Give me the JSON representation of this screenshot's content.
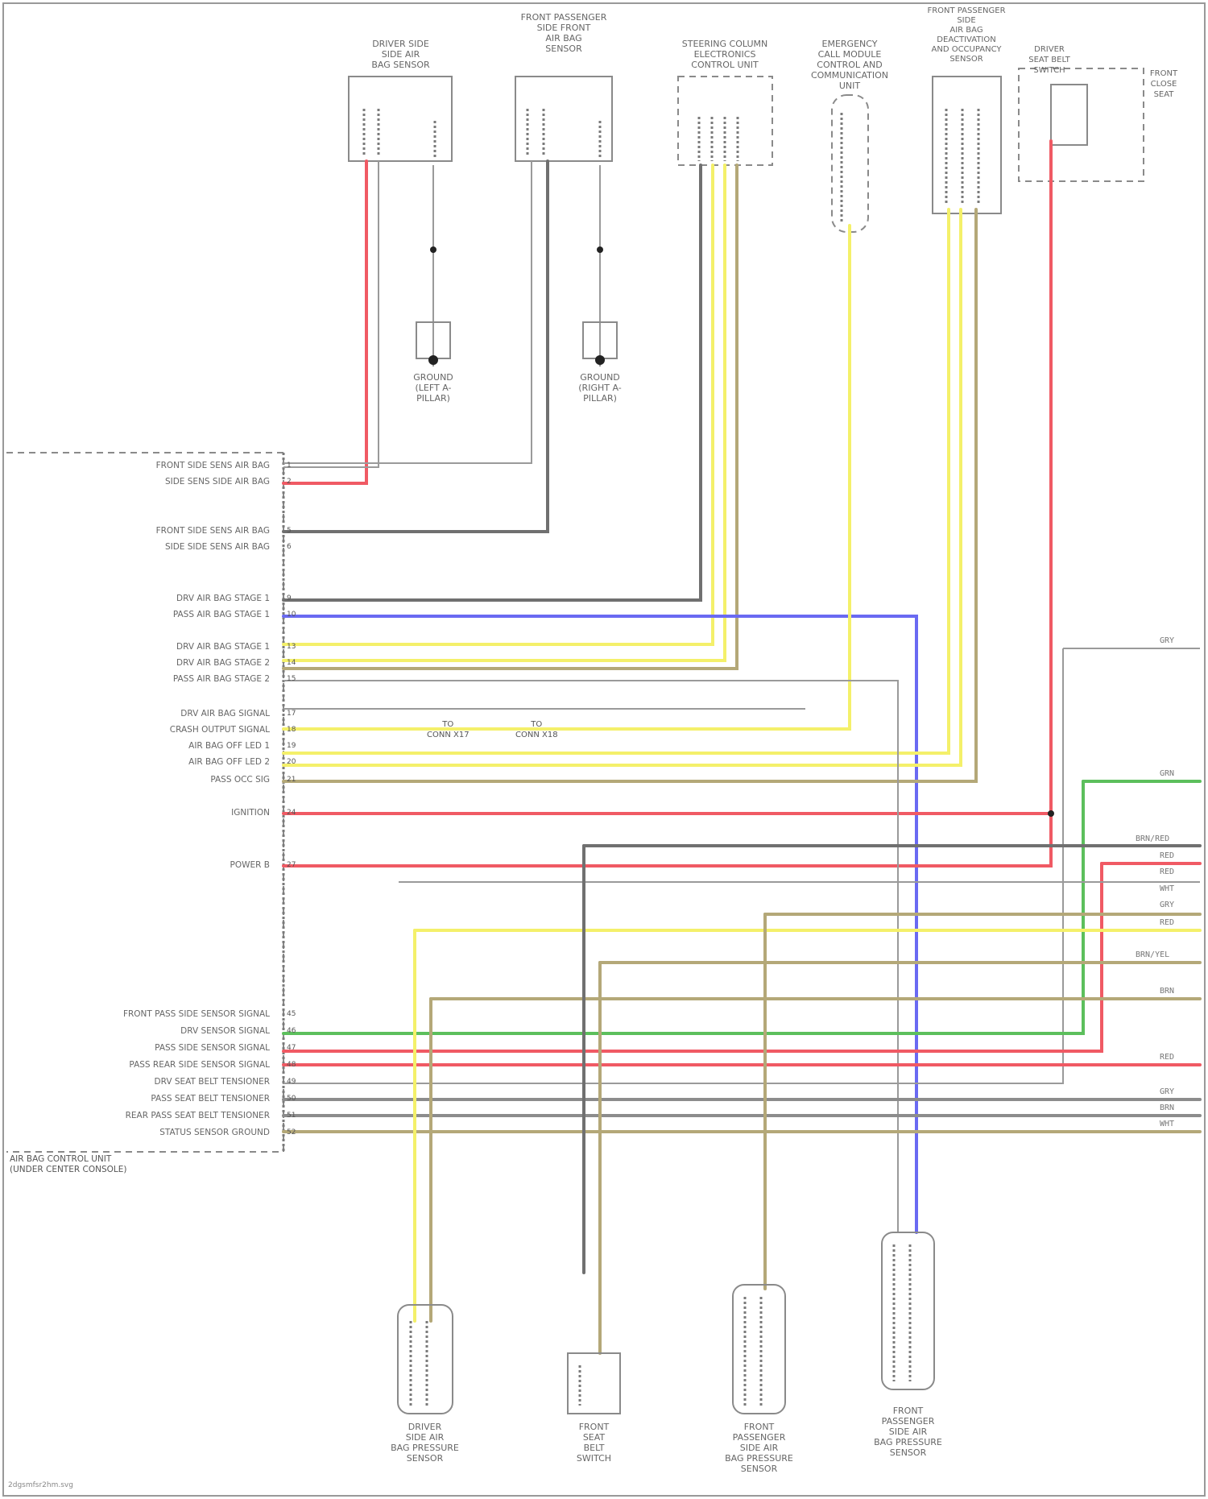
{
  "colors": {
    "red": "#f05a64",
    "yellow": "#f4f06a",
    "blue": "#6a6af2",
    "green": "#5cbf5c",
    "gray": "#8c8c8c",
    "olive": "#b4a878",
    "darkgray": "#707070"
  },
  "top_components": [
    {
      "id": "c1",
      "label": "DRIVER SIDE\nSIDE AIR\nBAG SENSOR"
    },
    {
      "id": "c2",
      "label": "FRONT PASSENGER\nSIDE FRONT\nAIR BAG\nSENSOR"
    },
    {
      "id": "c3",
      "label": "STEERING COLUMN\nELECTRONICS\nCONTROL UNIT"
    },
    {
      "id": "c4",
      "label": "EMERGENCY\nCALL MODULE\nCONTROL AND\nCOMMUNICATION\nUNIT"
    },
    {
      "id": "c5",
      "label": "FRONT PASSENGER\nSIDE\nAIR BAG\nDEACTIVATION\nAND OCCUPANCY\nSENSOR"
    },
    {
      "id": "c6",
      "label": "DRIVER\nSEAT BELT\nSWITCH"
    },
    {
      "id": "c7",
      "label": "FRONT\nCLOSE\nSEAT"
    }
  ],
  "grounds": [
    {
      "label": "GROUND\n(LEFT A-\nPILLAR)"
    },
    {
      "label": "GROUND\n(RIGHT A-\nPILLAR)"
    }
  ],
  "ecu": {
    "caption": "AIR BAG CONTROL UNIT\n(UNDER CENTER CONSOLE)",
    "pins": [
      {
        "num": "1",
        "label": "FRONT SIDE SENS AIR BAG"
      },
      {
        "num": "2",
        "label": "SIDE SENS SIDE AIR BAG"
      },
      {
        "num": "5",
        "label": "FRONT SIDE SENS AIR BAG"
      },
      {
        "num": "6",
        "label": "SIDE SIDE SENS AIR BAG"
      },
      {
        "num": "9",
        "label": "DRV AIR BAG STAGE 1"
      },
      {
        "num": "10",
        "label": "PASS AIR BAG STAGE 1"
      },
      {
        "num": "13",
        "label": "DRV AIR BAG STAGE 1"
      },
      {
        "num": "14",
        "label": "DRV AIR BAG STAGE 2"
      },
      {
        "num": "15",
        "label": "PASS AIR BAG STAGE 2"
      },
      {
        "num": "17",
        "label": "DRV AIR BAG SIGNAL"
      },
      {
        "num": "18",
        "label": "CRASH OUTPUT SIGNAL"
      },
      {
        "num": "19",
        "label": "AIR BAG OFF LED 1"
      },
      {
        "num": "20",
        "label": "AIR BAG OFF LED 2"
      },
      {
        "num": "21",
        "label": "PASS OCC SIG"
      },
      {
        "num": "24",
        "label": "IGNITION"
      },
      {
        "num": "27",
        "label": "POWER B"
      },
      {
        "num": "45",
        "label": "FRONT PASS SIDE SENSOR SIGNAL"
      },
      {
        "num": "46",
        "label": "DRV SENSOR SIGNAL"
      },
      {
        "num": "47",
        "label": "PASS SIDE SENSOR SIGNAL"
      },
      {
        "num": "48",
        "label": "PASS REAR SIDE SENSOR SIGNAL"
      },
      {
        "num": "49",
        "label": "DRV SEAT BELT TENSIONER"
      },
      {
        "num": "50",
        "label": "PASS SEAT BELT TENSIONER"
      },
      {
        "num": "51",
        "label": "REAR PASS SEAT BELT TENSIONER"
      },
      {
        "num": "52",
        "label": "STATUS SENSOR GROUND"
      }
    ]
  },
  "right_connector": {
    "wire_labels": [
      "GRY",
      "GRN",
      "BRN/RED",
      "RED",
      "RED",
      "WHT",
      "GRY",
      "RED",
      "BRN/YEL",
      "BRN",
      "RED",
      "GRY",
      "BRN",
      "WHT"
    ]
  },
  "bottom_components": [
    {
      "id": "b1",
      "label": "DRIVER\nSIDE AIR\nBAG PRESSURE\nSENSOR"
    },
    {
      "id": "b2",
      "label": "FRONT\nSEAT\nBELT\nSWITCH"
    },
    {
      "id": "b3",
      "label": "FRONT\nPASSENGER\nSIDE AIR\nBAG PRESSURE\nSENSOR"
    },
    {
      "id": "b4",
      "label": "FRONT\nPASSENGER\nSIDE AIR\nBAG PRESSURE\nSENSOR"
    }
  ],
  "splice_labels": [
    "TO\nCONN X17",
    "TO\nCONN X18"
  ],
  "footer": "2dgsmfsr2hm.svg"
}
